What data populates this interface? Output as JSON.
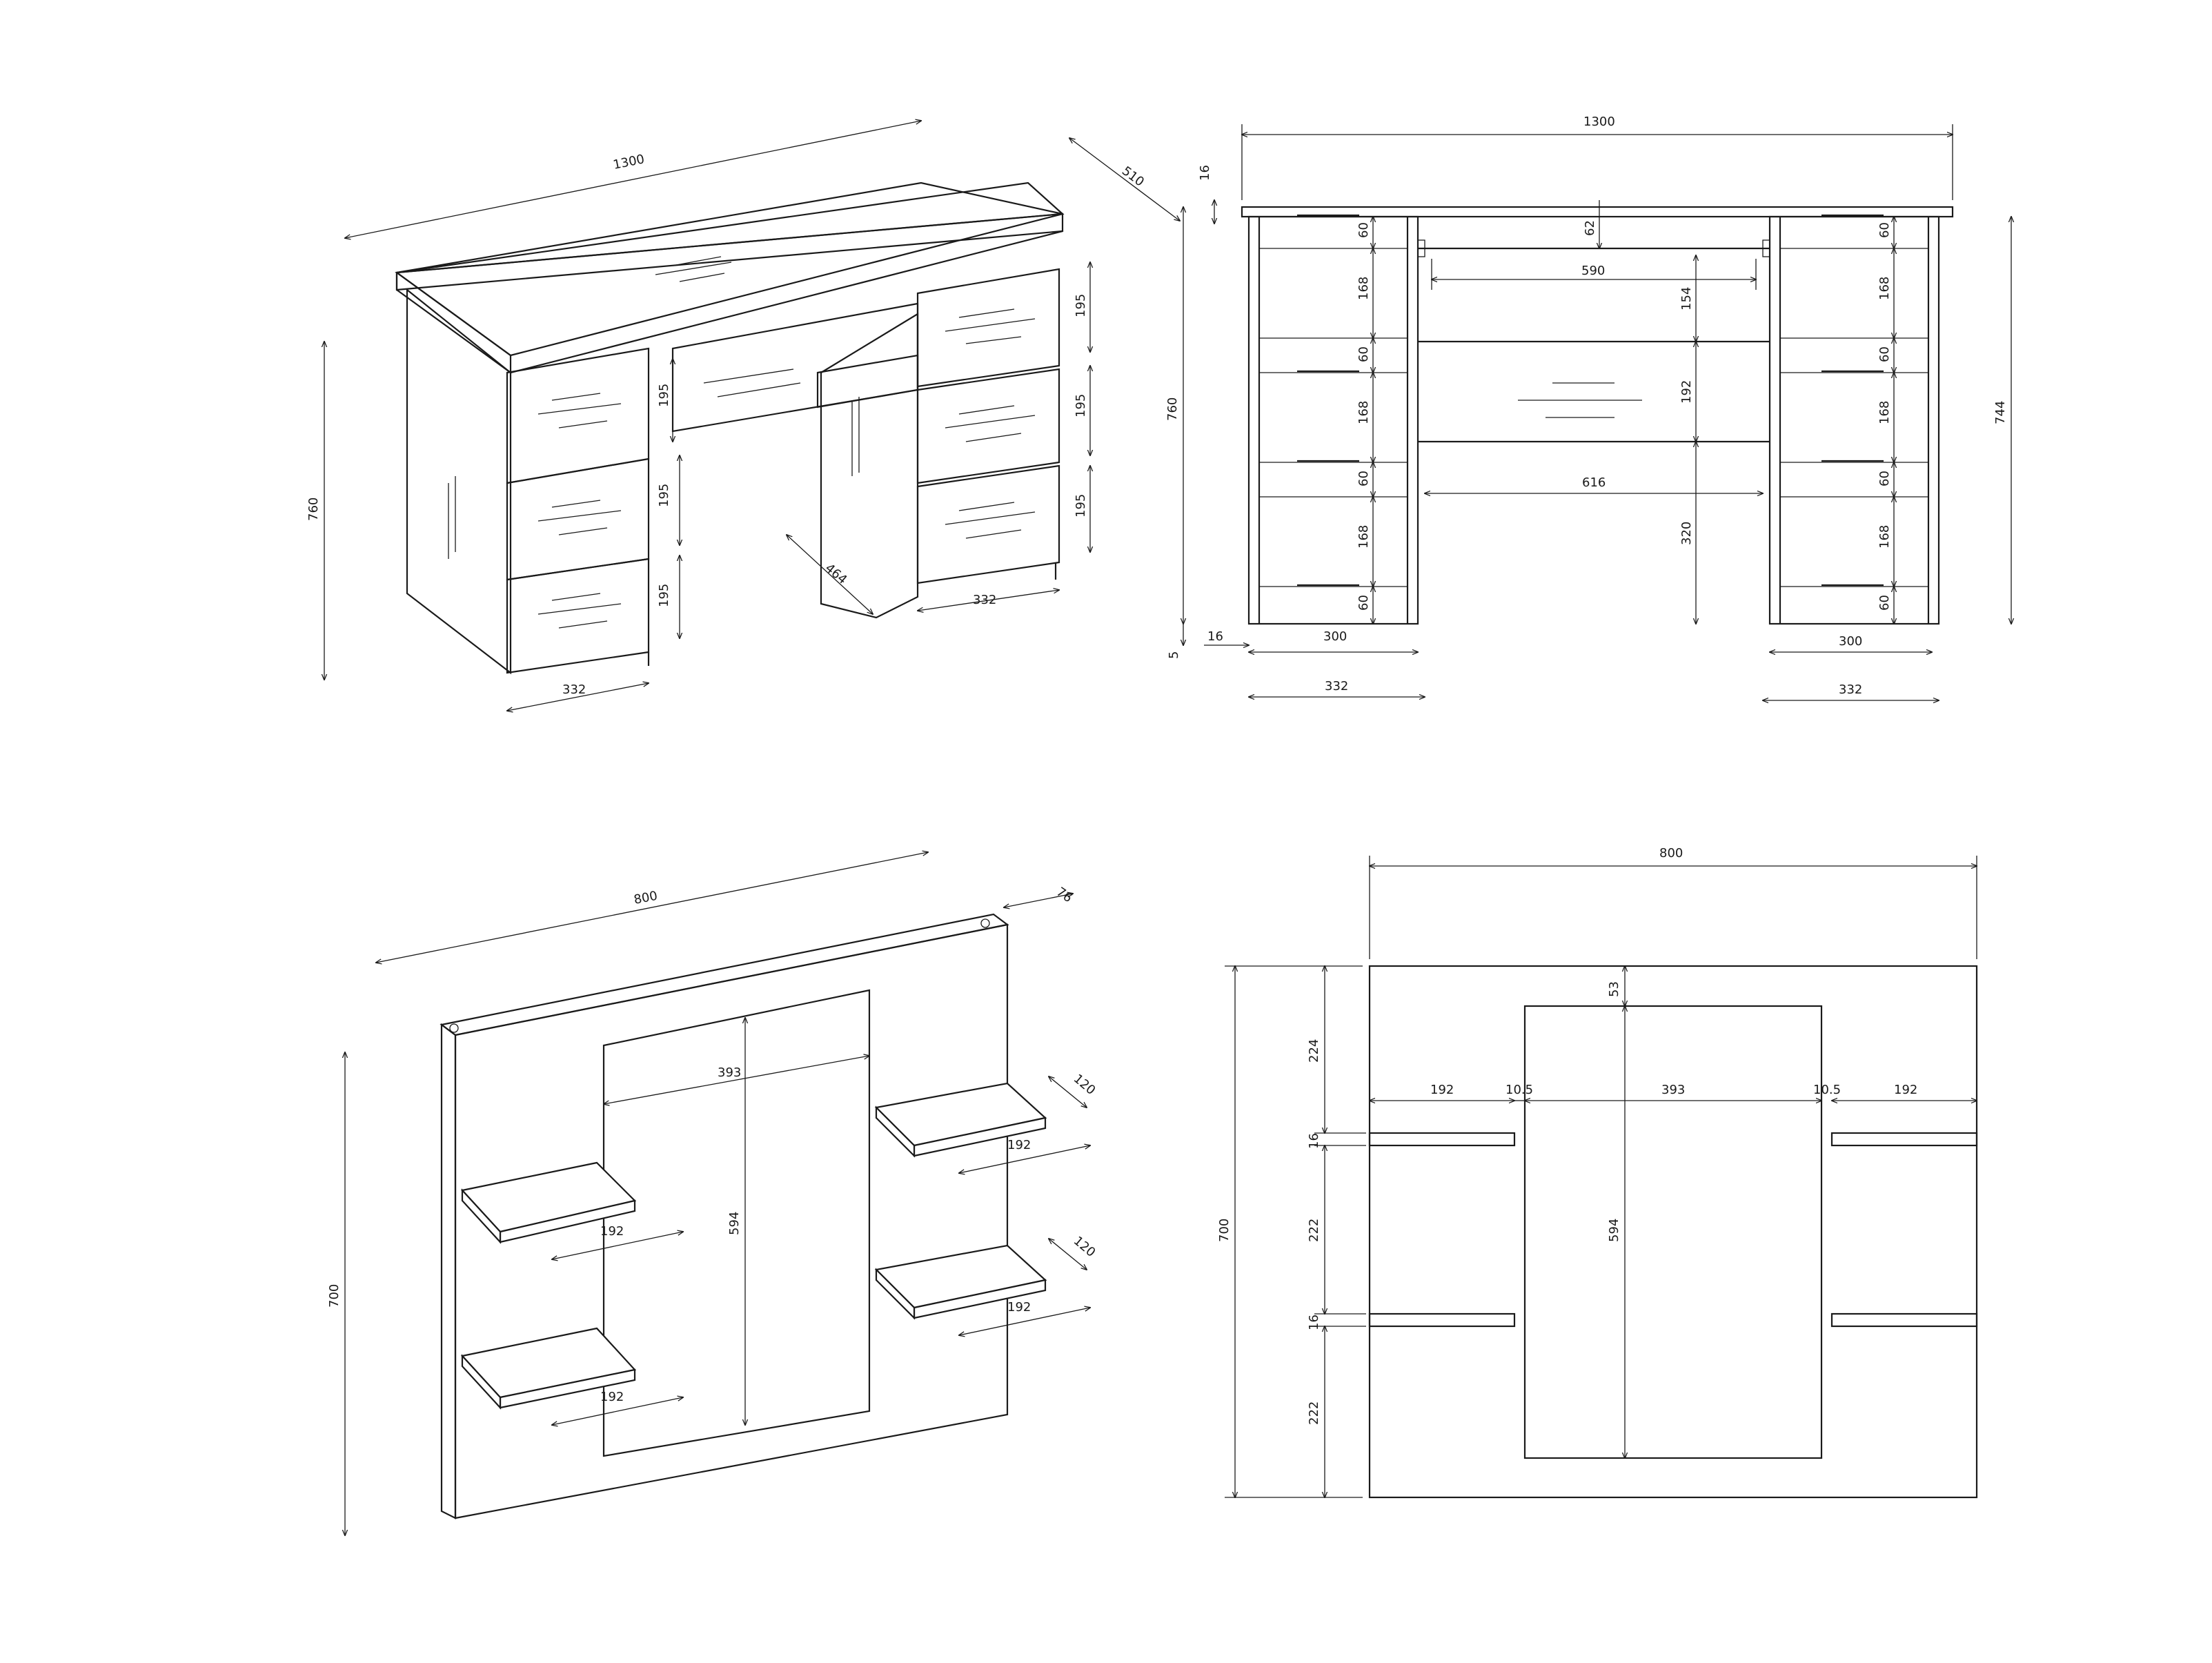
{
  "desk_iso": {
    "width": "1300",
    "depth": "510",
    "height": "760",
    "drawer_h_left_1": "195",
    "drawer_h_left_2": "195",
    "drawer_h_left_3": "195",
    "drawer_h_right_1": "195",
    "drawer_h_right_2": "195",
    "drawer_h_right_3": "195",
    "keyboard_drawer_h": "195",
    "pedestal_w_left": "332",
    "pedestal_w_right": "332",
    "inner_depth": "464"
  },
  "desk_front": {
    "width": "1300",
    "top_thickness": "16",
    "height": "760",
    "side_height": "744",
    "leg_gap": "5",
    "side_thickness": "16",
    "left_col": [
      "60",
      "168",
      "60",
      "168",
      "60",
      "168",
      "60"
    ],
    "right_col": [
      "60",
      "168",
      "60",
      "168",
      "60",
      "168",
      "60"
    ],
    "kb_gap": "62",
    "kb_width": "590",
    "mid_1": "154",
    "mid_2": "192",
    "knee_width": "616",
    "knee_height": "320",
    "inner_w_left": "300",
    "inner_w_right": "300",
    "outer_w_left": "332",
    "outer_w_right": "332"
  },
  "shelf_iso": {
    "width": "800",
    "depth": "76",
    "height": "700",
    "mirror_w": "393",
    "mirror_h": "594",
    "shelf_depth_1": "120",
    "shelf_depth_2": "120",
    "shelf_w_1": "192",
    "shelf_w_2": "192",
    "shelf_w_3": "192",
    "shelf_w_4": "192"
  },
  "shelf_front": {
    "width": "800",
    "height": "700",
    "mirror_top": "53",
    "seg_1": "192",
    "seg_2": "10.5",
    "seg_3": "393",
    "seg_4": "10.5",
    "seg_5": "192",
    "mirror_h": "594",
    "v_1": "224",
    "v_2": "16",
    "v_3": "222",
    "v_4": "16",
    "v_5": "222"
  }
}
